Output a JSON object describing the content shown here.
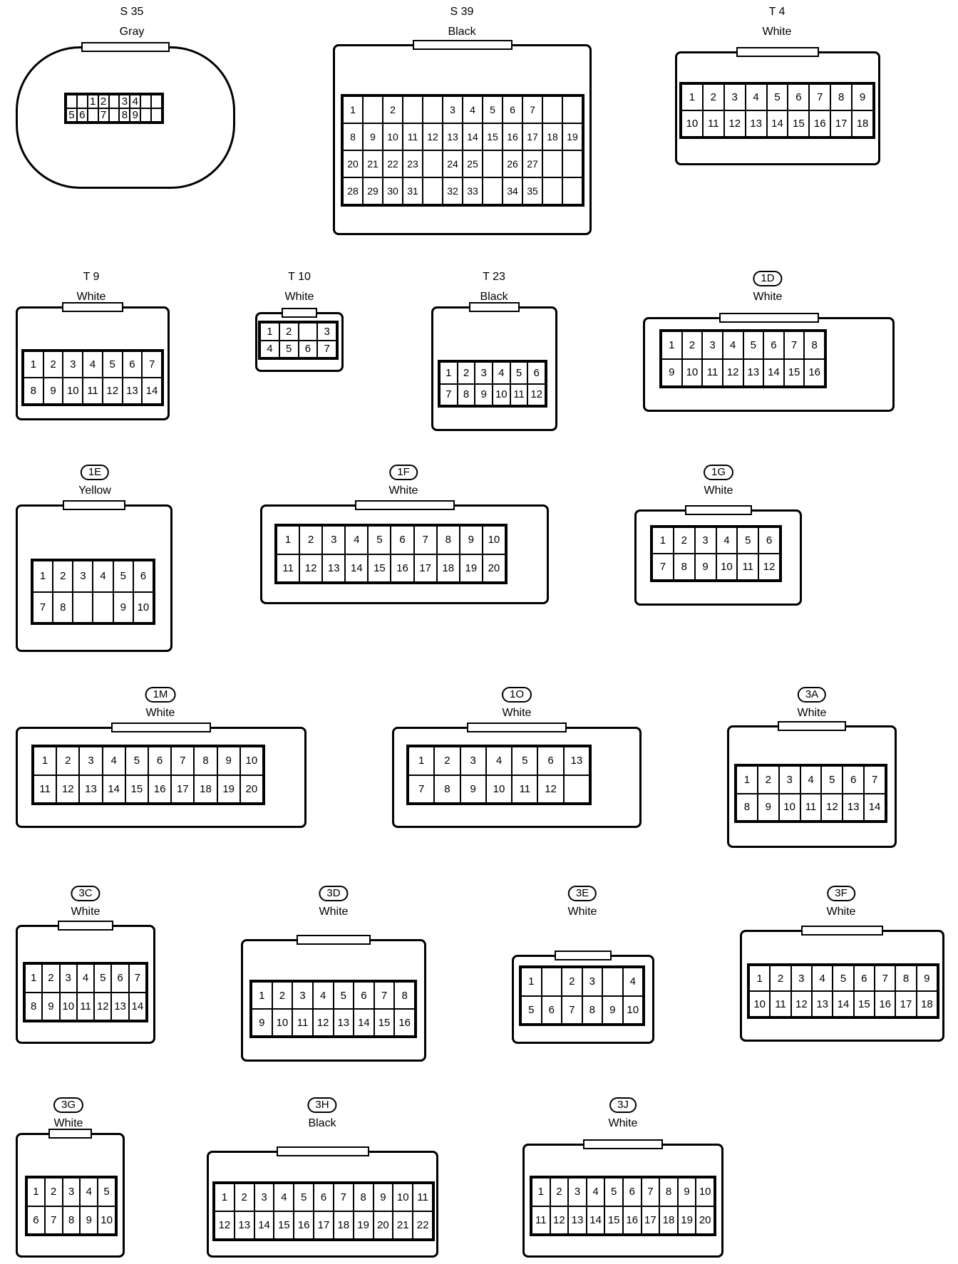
{
  "connectors": [
    {
      "id": "S35",
      "code": "S 35",
      "color": "Gray",
      "boxed": false,
      "cols": 9,
      "rows": 2,
      "pins": [
        "",
        "",
        "1",
        "2",
        "",
        "3",
        "4",
        "",
        "",
        "5",
        "6",
        "",
        "7",
        "",
        "8",
        "9",
        "",
        ""
      ]
    },
    {
      "id": "S39",
      "code": "S 39",
      "color": "Black",
      "boxed": false,
      "cols": 12,
      "rows": 4,
      "pins": [
        "1",
        "",
        "2",
        "",
        "",
        "3",
        "4",
        "5",
        "6",
        "7",
        "",
        "",
        "8",
        "9",
        "10",
        "11",
        "12",
        "13",
        "14",
        "15",
        "16",
        "17",
        "18",
        "19",
        "20",
        "21",
        "22",
        "23",
        "",
        "24",
        "25",
        "",
        "26",
        "27",
        "",
        "",
        "28",
        "29",
        "30",
        "31",
        "",
        "32",
        "33",
        "",
        "34",
        "35",
        "",
        ""
      ]
    },
    {
      "id": "T4",
      "code": "T 4",
      "color": "White",
      "boxed": false,
      "cols": 9,
      "rows": 2,
      "pins": [
        "1",
        "2",
        "3",
        "4",
        "5",
        "6",
        "7",
        "8",
        "9",
        "10",
        "11",
        "12",
        "13",
        "14",
        "15",
        "16",
        "17",
        "18"
      ]
    },
    {
      "id": "T9",
      "code": "T 9",
      "color": "White",
      "boxed": false,
      "cols": 7,
      "rows": 2,
      "pins": [
        "1",
        "2",
        "3",
        "4",
        "5",
        "6",
        "7",
        "8",
        "9",
        "10",
        "11",
        "12",
        "13",
        "14"
      ]
    },
    {
      "id": "T10",
      "code": "T 10",
      "color": "White",
      "boxed": false,
      "cols": 4,
      "rows": 2,
      "pins": [
        "1",
        "2",
        "",
        "3",
        "4",
        "5",
        "6",
        "7"
      ]
    },
    {
      "id": "T23",
      "code": "T 23",
      "color": "Black",
      "boxed": false,
      "cols": 6,
      "rows": 2,
      "pins": [
        "1",
        "2",
        "3",
        "4",
        "5",
        "6",
        "7",
        "8",
        "9",
        "10",
        "11",
        "12"
      ]
    },
    {
      "id": "1D",
      "code": "1D",
      "color": "White",
      "boxed": true,
      "cols": 8,
      "rows": 2,
      "pins": [
        "1",
        "2",
        "3",
        "4",
        "5",
        "6",
        "7",
        "8",
        "9",
        "10",
        "11",
        "12",
        "13",
        "14",
        "15",
        "16"
      ]
    },
    {
      "id": "1E",
      "code": "1E",
      "color": "Yellow",
      "boxed": true,
      "cols": 6,
      "rows": 2,
      "pins": [
        "1",
        "2",
        "3",
        "4",
        "5",
        "6",
        "7",
        "8",
        "",
        "",
        "9",
        "10"
      ]
    },
    {
      "id": "1F",
      "code": "1F",
      "color": "White",
      "boxed": true,
      "cols": 10,
      "rows": 2,
      "pins": [
        "1",
        "2",
        "3",
        "4",
        "5",
        "6",
        "7",
        "8",
        "9",
        "10",
        "11",
        "12",
        "13",
        "14",
        "15",
        "16",
        "17",
        "18",
        "19",
        "20"
      ]
    },
    {
      "id": "1G",
      "code": "1G",
      "color": "White",
      "boxed": true,
      "cols": 6,
      "rows": 2,
      "pins": [
        "1",
        "2",
        "3",
        "4",
        "5",
        "6",
        "7",
        "8",
        "9",
        "10",
        "11",
        "12"
      ]
    },
    {
      "id": "1M",
      "code": "1M",
      "color": "White",
      "boxed": true,
      "cols": 10,
      "rows": 2,
      "pins": [
        "1",
        "2",
        "3",
        "4",
        "5",
        "6",
        "7",
        "8",
        "9",
        "10",
        "11",
        "12",
        "13",
        "14",
        "15",
        "16",
        "17",
        "18",
        "19",
        "20"
      ]
    },
    {
      "id": "1O",
      "code": "1O",
      "color": "White",
      "boxed": true,
      "cols": 7,
      "rows": 2,
      "pins": [
        "1",
        "2",
        "3",
        "4",
        "5",
        "6",
        "13",
        "7",
        "8",
        "9",
        "10",
        "11",
        "12",
        ""
      ]
    },
    {
      "id": "3A",
      "code": "3A",
      "color": "White",
      "boxed": true,
      "cols": 7,
      "rows": 2,
      "pins": [
        "1",
        "2",
        "3",
        "4",
        "5",
        "6",
        "7",
        "8",
        "9",
        "10",
        "11",
        "12",
        "13",
        "14"
      ]
    },
    {
      "id": "3C",
      "code": "3C",
      "color": "White",
      "boxed": true,
      "cols": 7,
      "rows": 2,
      "pins": [
        "1",
        "2",
        "3",
        "4",
        "5",
        "6",
        "7",
        "8",
        "9",
        "10",
        "11",
        "12",
        "13",
        "14"
      ]
    },
    {
      "id": "3D",
      "code": "3D",
      "color": "White",
      "boxed": true,
      "cols": 8,
      "rows": 2,
      "pins": [
        "1",
        "2",
        "3",
        "4",
        "5",
        "6",
        "7",
        "8",
        "9",
        "10",
        "11",
        "12",
        "13",
        "14",
        "15",
        "16"
      ]
    },
    {
      "id": "3E",
      "code": "3E",
      "color": "White",
      "boxed": true,
      "cols": 6,
      "rows": 2,
      "pins": [
        "1",
        "",
        "2",
        "3",
        "",
        "4",
        "5",
        "6",
        "7",
        "8",
        "9",
        "10"
      ]
    },
    {
      "id": "3F",
      "code": "3F",
      "color": "White",
      "boxed": true,
      "cols": 9,
      "rows": 2,
      "pins": [
        "1",
        "2",
        "3",
        "4",
        "5",
        "6",
        "7",
        "8",
        "9",
        "10",
        "11",
        "12",
        "13",
        "14",
        "15",
        "16",
        "17",
        "18"
      ]
    },
    {
      "id": "3G",
      "code": "3G",
      "color": "White",
      "boxed": true,
      "cols": 5,
      "rows": 2,
      "pins": [
        "1",
        "2",
        "3",
        "4",
        "5",
        "6",
        "7",
        "8",
        "9",
        "10"
      ]
    },
    {
      "id": "3H",
      "code": "3H",
      "color": "Black",
      "boxed": true,
      "cols": 11,
      "rows": 2,
      "pins": [
        "1",
        "2",
        "3",
        "4",
        "5",
        "6",
        "7",
        "8",
        "9",
        "10",
        "11",
        "12",
        "13",
        "14",
        "15",
        "16",
        "17",
        "18",
        "19",
        "20",
        "21",
        "22"
      ]
    },
    {
      "id": "3J",
      "code": "3J",
      "color": "White",
      "boxed": true,
      "cols": 10,
      "rows": 2,
      "pins": [
        "1",
        "2",
        "3",
        "4",
        "5",
        "6",
        "7",
        "8",
        "9",
        "10",
        "11",
        "12",
        "13",
        "14",
        "15",
        "16",
        "17",
        "18",
        "19",
        "20"
      ]
    }
  ]
}
